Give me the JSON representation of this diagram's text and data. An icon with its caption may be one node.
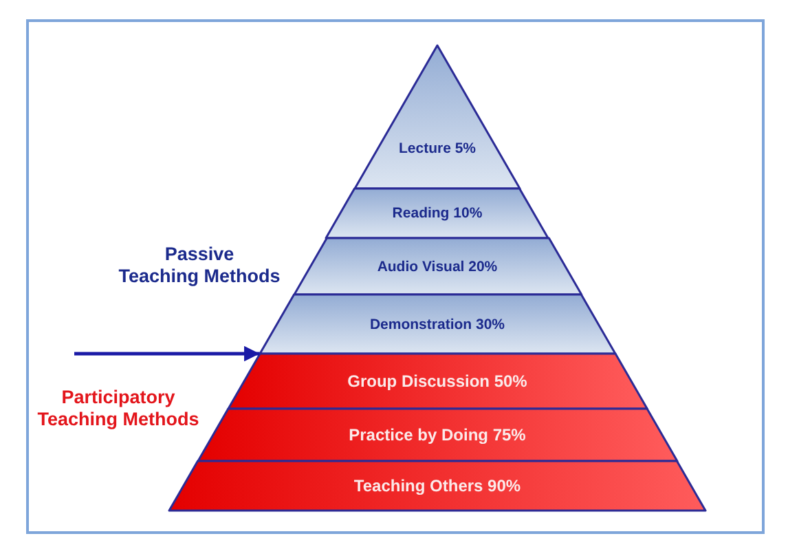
{
  "diagram": {
    "nodes": [
      {
        "text": [
          "Lecture 5%"
        ]
      },
      {
        "text": [
          "Reading 10%"
        ]
      },
      {
        "text": [
          "Audio Visual 20%"
        ]
      },
      {
        "text": [
          "Demonstration 30%"
        ]
      },
      {
        "text": [
          "Group Discussion 50%"
        ]
      },
      {
        "text": [
          "Practice by Doing 75%"
        ]
      },
      {
        "text": [
          "Teaching Others 90%"
        ]
      }
    ],
    "edges": [
      {
        "from": null,
        "to": 4,
        "arrow": "to"
      }
    ],
    "labels": [
      "Passive Teaching Methods",
      "Participatory Teaching Methods"
    ]
  }
}
